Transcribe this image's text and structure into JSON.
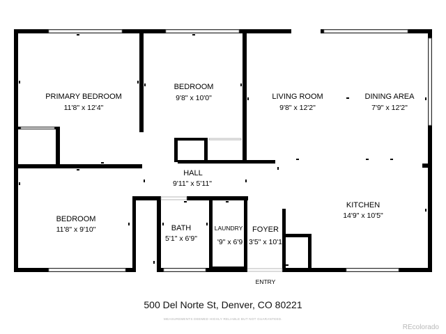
{
  "rooms": {
    "primary_bedroom": {
      "name": "PRIMARY BEDROOM",
      "dims": "11'8\" x 12'4\""
    },
    "bedroom_1": {
      "name": "BEDROOM",
      "dims": "9'8\" x 10'0\""
    },
    "living_room": {
      "name": "LIVING ROOM",
      "dims": "9'8\" x 12'2\""
    },
    "dining_area": {
      "name": "DINING AREA",
      "dims": "7'9\" x 12'2\""
    },
    "hall": {
      "name": "HALL",
      "dims": "9'11\" x 5'11\""
    },
    "bedroom_2": {
      "name": "BEDROOM",
      "dims": "11'8\" x 9'10\""
    },
    "bath": {
      "name": "BATH",
      "dims": "5'1\" x 6'9\""
    },
    "laundry": {
      "name": "LAUNDRY",
      "dims": "'9\" x 6'9"
    },
    "foyer": {
      "name": "FOYER",
      "dims": "3'5\" x 10'1"
    },
    "kitchen": {
      "name": "KITCHEN",
      "dims": "14'9\" x 10'5\""
    }
  },
  "entry_label": "ENTRY",
  "address": "500 Del Norte St, Denver, CO 80221",
  "disclaimer": "MEASUREMENTS DEEMED HIGHLY RELIABLE BUT NOT GUARANTEED.",
  "brand": "REcolorado",
  "colors": {
    "wall": "#000000",
    "window": "#9a9a9a",
    "background": "#ffffff"
  }
}
